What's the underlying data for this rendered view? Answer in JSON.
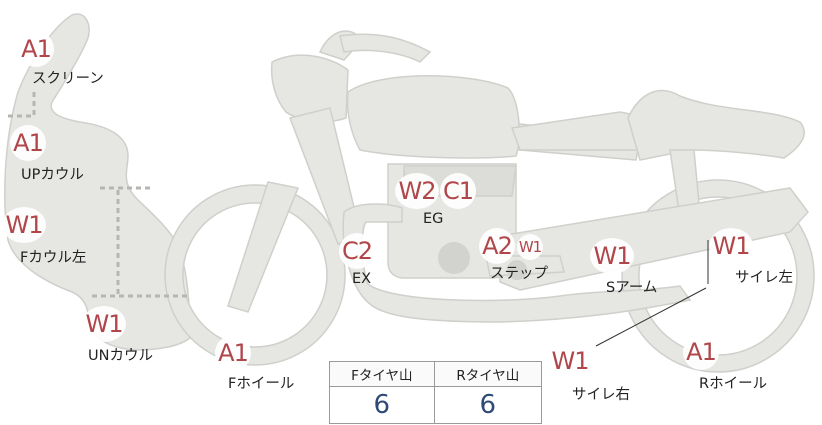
{
  "parts": [
    {
      "key": "screen",
      "label": "スクリーン",
      "grade": "A1"
    },
    {
      "key": "up-cowl",
      "label": "UPカウル",
      "grade": "A1"
    },
    {
      "key": "f-cowl-left",
      "label": "Fカウル左",
      "grade": "W1"
    },
    {
      "key": "un-cowl",
      "label": "UNカウル",
      "grade": "W1"
    },
    {
      "key": "f-wheel",
      "label": "Fホイール",
      "grade": "A1"
    },
    {
      "key": "ex",
      "label": "EX",
      "grade": "C2"
    },
    {
      "key": "eg",
      "label": "EG",
      "grades": [
        "W2",
        "C1"
      ]
    },
    {
      "key": "step",
      "label": "ステップ",
      "grades": [
        "A2",
        "W1"
      ]
    },
    {
      "key": "s-arm",
      "label": "Sアーム",
      "grade": "W1"
    },
    {
      "key": "side-cover-left",
      "label": "サイレ左",
      "grade": "W1"
    },
    {
      "key": "side-cover-right",
      "label": "サイレ右",
      "grade": "W1"
    },
    {
      "key": "r-wheel",
      "label": "Rホイール",
      "grade": "A1"
    }
  ],
  "tire_table": {
    "headers": [
      "Fタイヤ山",
      "Rタイヤ山"
    ],
    "values": [
      "6",
      "6"
    ]
  },
  "colors": {
    "body_fill": "#e6e6e3",
    "body_stroke": "#cfcfcb",
    "grade_text": "#b0464a",
    "tire_value": "#2f4a78"
  }
}
